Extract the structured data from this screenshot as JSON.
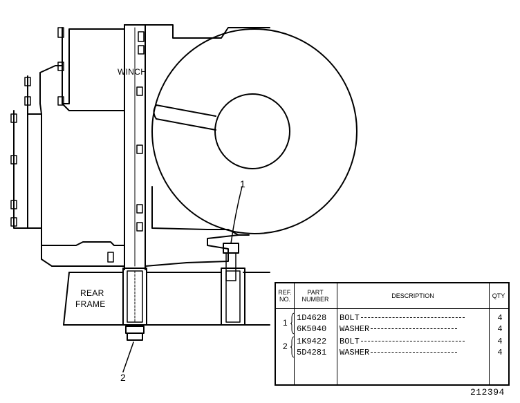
{
  "labels": {
    "winch": "WINCH",
    "rear_frame_line1": "REAR",
    "rear_frame_line2": "FRAME"
  },
  "callouts": [
    "1",
    "2"
  ],
  "table": {
    "headers": {
      "ref_line1": "REF.",
      "ref_line2": "NO.",
      "part_line1": "PART",
      "part_line2": "NUMBER",
      "description": "DESCRIPTION",
      "qty": "QTY"
    },
    "groups": [
      {
        "ref": "1",
        "rows": [
          {
            "part_number": "1D4628",
            "description": "BOLT",
            "qty": "4"
          },
          {
            "part_number": "6K5040",
            "description": "WASHER",
            "qty": "4"
          }
        ]
      },
      {
        "ref": "2",
        "rows": [
          {
            "part_number": "1K9422",
            "description": "BOLT",
            "qty": "4"
          },
          {
            "part_number": "5D4281",
            "description": "WASHER",
            "qty": "4"
          }
        ]
      }
    ]
  },
  "drawing_number": "212394"
}
